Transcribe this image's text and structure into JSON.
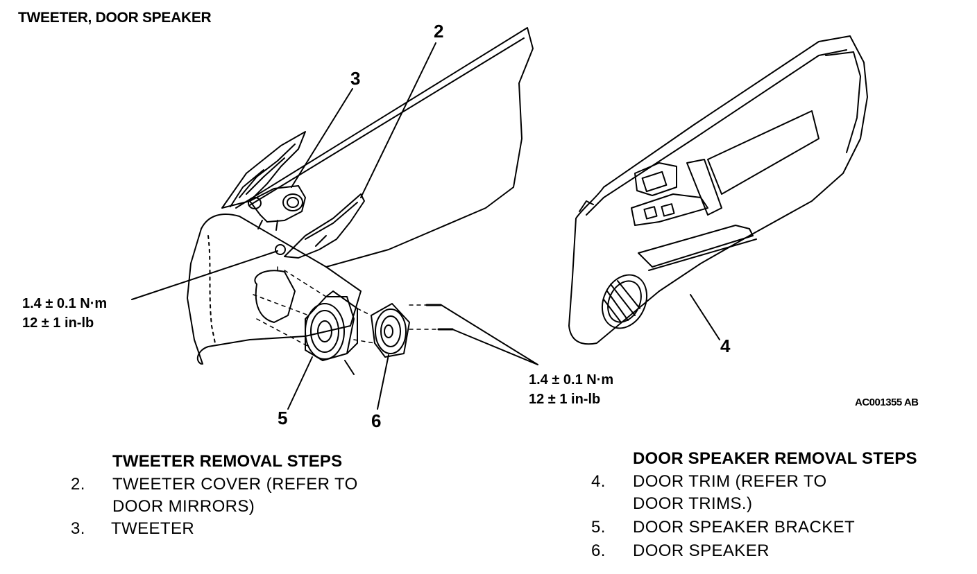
{
  "title": "TWEETER, DOOR SPEAKER",
  "callouts": {
    "c2": "2",
    "c3": "3",
    "c4": "4",
    "c5": "5",
    "c6": "6"
  },
  "torque_left": {
    "metric": "1.4 ± 0.1 N·m",
    "imperial": "12 ± 1 in-lb"
  },
  "torque_right": {
    "metric": "1.4 ± 0.1 N·m",
    "imperial": "12 ± 1 in-lb"
  },
  "figure_code": "AC001355 AB",
  "tweeter_steps": {
    "heading": "TWEETER REMOVAL STEPS",
    "items": [
      {
        "num": "2.",
        "line1": "TWEETER COVER (REFER TO",
        "line2": "DOOR MIRRORS)"
      },
      {
        "num": "3.",
        "line1": "TWEETER"
      }
    ]
  },
  "speaker_steps": {
    "heading": "DOOR SPEAKER REMOVAL STEPS",
    "items": [
      {
        "num": "4.",
        "line1": "DOOR TRIM (REFER TO",
        "line2": "DOOR TRIMS.)"
      },
      {
        "num": "5.",
        "line1": "DOOR SPEAKER BRACKET"
      },
      {
        "num": "6.",
        "line1": "DOOR SPEAKER"
      }
    ]
  }
}
